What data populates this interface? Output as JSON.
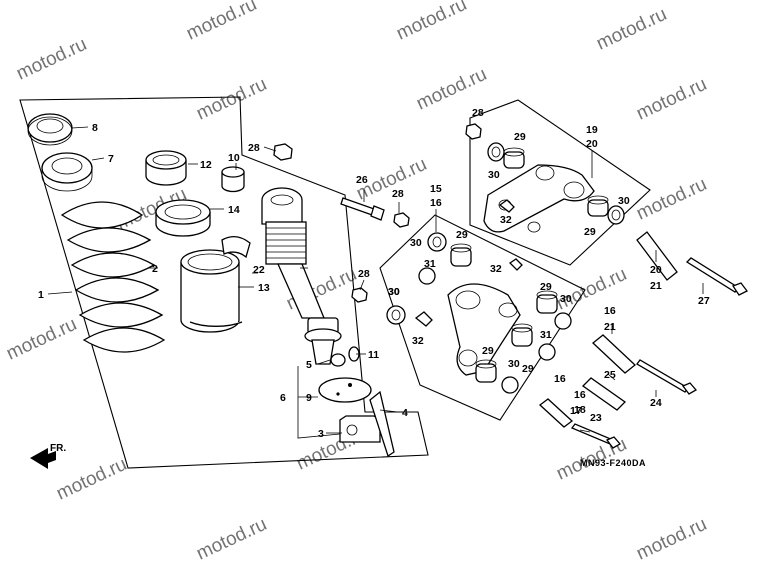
{
  "watermark_text": "motod.ru",
  "diagram_code": "MN93-F240DA",
  "front_indicator": "FR.",
  "callouts": {
    "c1": "1",
    "c2": "2",
    "c3": "3",
    "c4": "4",
    "c5": "5",
    "c6": "6",
    "c7": "7",
    "c8": "8",
    "c9": "9",
    "c10": "10",
    "c11": "11",
    "c12": "12",
    "c13": "13",
    "c14": "14",
    "c15": "15",
    "c16a": "16",
    "c16b": "16",
    "c16c": "16",
    "c17": "17",
    "c18": "18",
    "c19": "19",
    "c20a": "20",
    "c20b": "20",
    "c21a": "21",
    "c21b": "21",
    "c22": "22",
    "c23": "23",
    "c24": "24",
    "c25": "25",
    "c26": "26",
    "c27": "27",
    "c28a": "28",
    "c28b": "28",
    "c28c": "28",
    "c28d": "28",
    "c29a": "29",
    "c29b": "29",
    "c29c": "29",
    "c29d": "29",
    "c29e": "29",
    "c29f": "29",
    "c30a": "30",
    "c30b": "30",
    "c30c": "30",
    "c30d": "30",
    "c30e": "30",
    "c30f": "30",
    "c30g": "30",
    "c31a": "31",
    "c31b": "31",
    "c32a": "32",
    "c32b": "32",
    "c32c": "32"
  }
}
